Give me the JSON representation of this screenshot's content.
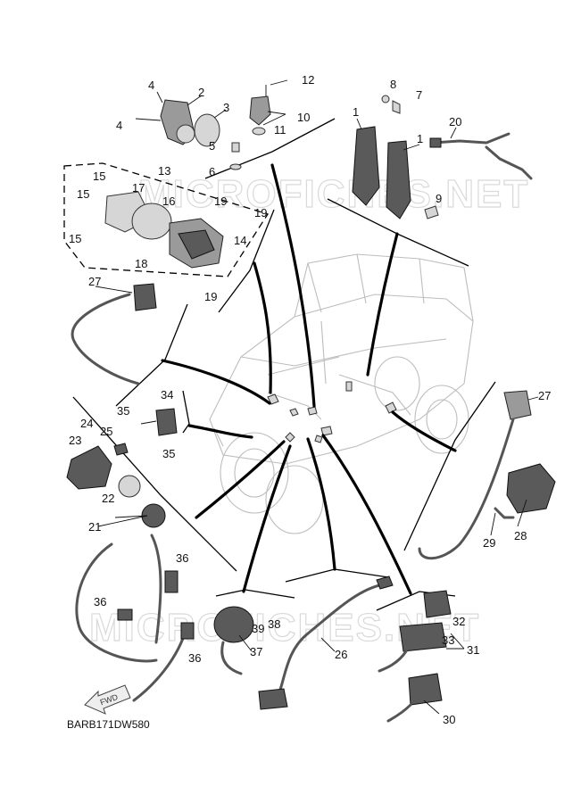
{
  "diagram_code": "BARB171DW580",
  "watermark_text": "MICROFICHES.NET",
  "fwd_label": "FWD",
  "callouts": [
    {
      "id": "c1a",
      "text": "1"
    },
    {
      "id": "c1b",
      "text": "1"
    },
    {
      "id": "c2",
      "text": "2"
    },
    {
      "id": "c3",
      "text": "3"
    },
    {
      "id": "c4a",
      "text": "4"
    },
    {
      "id": "c4b",
      "text": "4"
    },
    {
      "id": "c5",
      "text": "5"
    },
    {
      "id": "c6",
      "text": "6"
    },
    {
      "id": "c7",
      "text": "7"
    },
    {
      "id": "c8",
      "text": "8"
    },
    {
      "id": "c9",
      "text": "9"
    },
    {
      "id": "c10",
      "text": "10"
    },
    {
      "id": "c11",
      "text": "11"
    },
    {
      "id": "c12",
      "text": "12"
    },
    {
      "id": "c13",
      "text": "13"
    },
    {
      "id": "c14",
      "text": "14"
    },
    {
      "id": "c15a",
      "text": "15"
    },
    {
      "id": "c15b",
      "text": "15"
    },
    {
      "id": "c15c",
      "text": "15"
    },
    {
      "id": "c16",
      "text": "16"
    },
    {
      "id": "c17",
      "text": "17"
    },
    {
      "id": "c18",
      "text": "18"
    },
    {
      "id": "c19a",
      "text": "19"
    },
    {
      "id": "c19b",
      "text": "19"
    },
    {
      "id": "c19c",
      "text": "19"
    },
    {
      "id": "c20",
      "text": "20"
    },
    {
      "id": "c21",
      "text": "21"
    },
    {
      "id": "c22",
      "text": "22"
    },
    {
      "id": "c23",
      "text": "23"
    },
    {
      "id": "c24",
      "text": "24"
    },
    {
      "id": "c25",
      "text": "25"
    },
    {
      "id": "c26",
      "text": "26"
    },
    {
      "id": "c27a",
      "text": "27"
    },
    {
      "id": "c27b",
      "text": "27"
    },
    {
      "id": "c28",
      "text": "28"
    },
    {
      "id": "c29",
      "text": "29"
    },
    {
      "id": "c30",
      "text": "30"
    },
    {
      "id": "c31",
      "text": "31"
    },
    {
      "id": "c32",
      "text": "32"
    },
    {
      "id": "c33",
      "text": "33"
    },
    {
      "id": "c34",
      "text": "34"
    },
    {
      "id": "c35a",
      "text": "35"
    },
    {
      "id": "c35b",
      "text": "35"
    },
    {
      "id": "c36a",
      "text": "36"
    },
    {
      "id": "c36b",
      "text": "36"
    },
    {
      "id": "c36c",
      "text": "36"
    },
    {
      "id": "c37",
      "text": "37"
    },
    {
      "id": "c38",
      "text": "38"
    },
    {
      "id": "c39",
      "text": "39"
    }
  ]
}
